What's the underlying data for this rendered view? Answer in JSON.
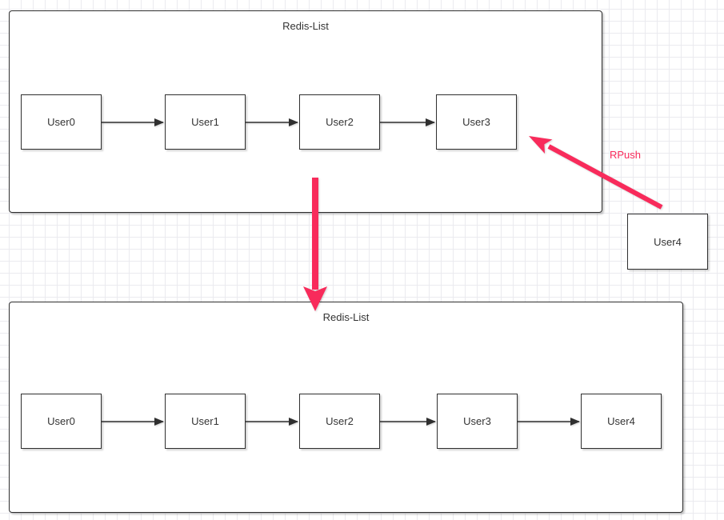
{
  "colors": {
    "accent_pink": "#f82b5b",
    "shape_stroke": "#2f2f2f",
    "text": "#333333",
    "grid_line": "#ebebef",
    "background": "#ffffff"
  },
  "top_list": {
    "title": "Redis-List",
    "nodes": [
      "User0",
      "User1",
      "User2",
      "User3"
    ]
  },
  "bottom_list": {
    "title": "Redis-List",
    "nodes": [
      "User0",
      "User1",
      "User2",
      "User3",
      "User4"
    ]
  },
  "pending_node": {
    "label": "User4"
  },
  "rpush": {
    "label": "RPush"
  }
}
